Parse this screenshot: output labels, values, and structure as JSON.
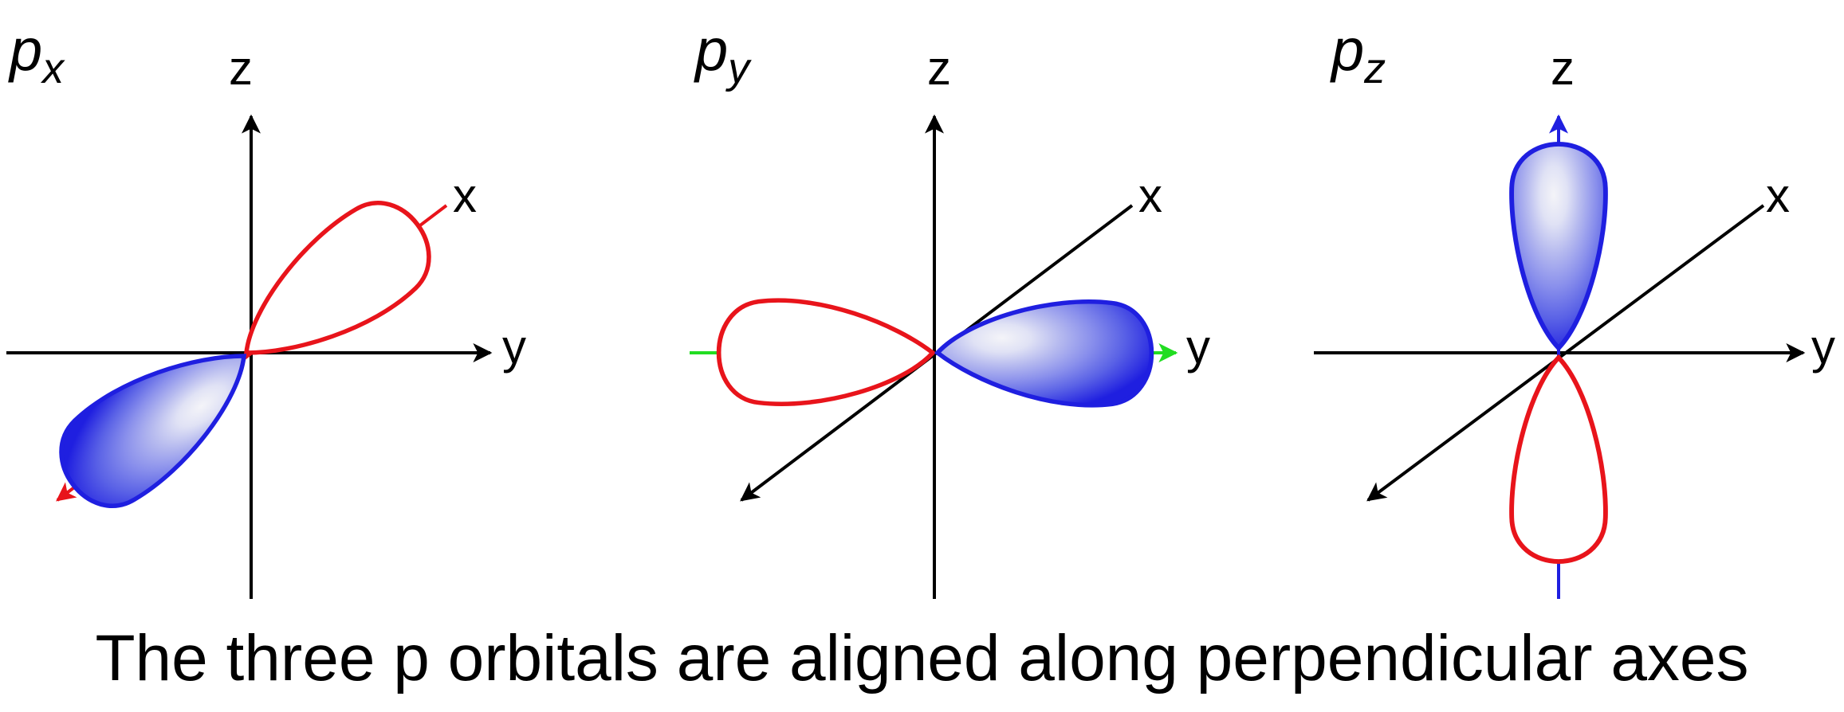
{
  "panels": [
    {
      "id": "px",
      "symbol": "p",
      "subscript": "x",
      "axis_z": "z",
      "axis_x": "x",
      "axis_y": "y",
      "along": "x"
    },
    {
      "id": "py",
      "symbol": "p",
      "subscript": "y",
      "axis_z": "z",
      "axis_x": "x",
      "axis_y": "y",
      "along": "y"
    },
    {
      "id": "pz",
      "symbol": "p",
      "subscript": "z",
      "axis_z": "z",
      "axis_x": "x",
      "axis_y": "y",
      "along": "z"
    }
  ],
  "caption": "The three p orbitals are aligned along perpendicular axes",
  "colors": {
    "axis": "#000000",
    "positive_lobe_outline": "#e8141b",
    "negative_lobe_fill": "#1f1fe0",
    "px_axis_highlight": "#e8141b",
    "py_axis_highlight": "#22dd22",
    "pz_axis_highlight": "#1f1fe0"
  }
}
